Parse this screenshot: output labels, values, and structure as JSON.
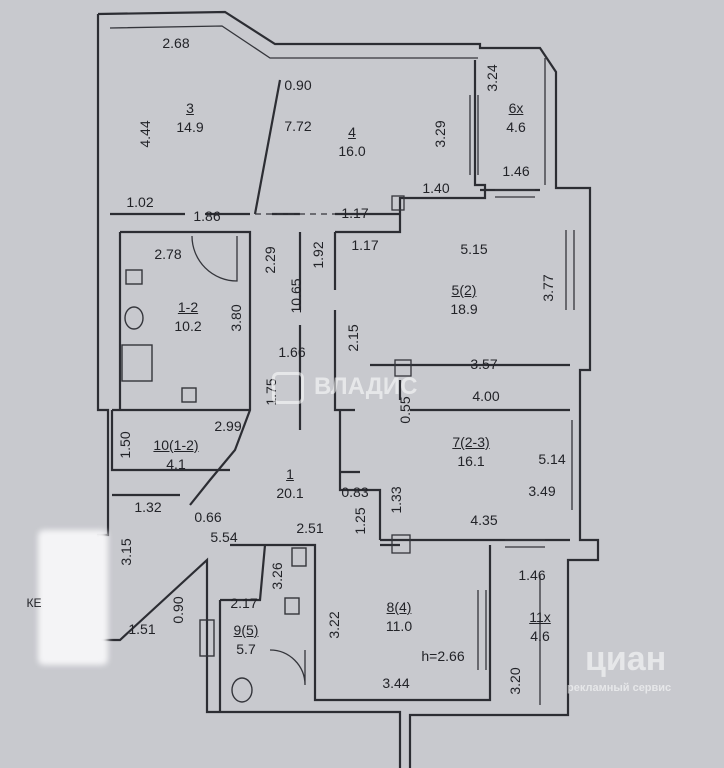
{
  "rooms": [
    {
      "no": "3",
      "area": "14.9"
    },
    {
      "no": "4",
      "area": "16.0"
    },
    {
      "no": "6х",
      "area": "4.6"
    },
    {
      "no": "1-2",
      "area": "10.2"
    },
    {
      "no": "5(2)",
      "area": "18.9"
    },
    {
      "no": "10(1-2)",
      "area": "4.1"
    },
    {
      "no": "1",
      "area": "20.1"
    },
    {
      "no": "7(2-3)",
      "area": "16.1"
    },
    {
      "no": "9(5)",
      "area": "5.7"
    },
    {
      "no": "8(4)",
      "area": "11.0"
    },
    {
      "no": "11х",
      "area": "4.6"
    }
  ],
  "dimensions": {
    "d_2_68": "2.68",
    "d_0_90_top": "0.90",
    "d_4_44": "4.44",
    "d_7_72": "7.72",
    "d_3_29": "3.29",
    "d_3_24": "3.24",
    "d_1_02": "1.02",
    "d_1_86": "1.86",
    "d_1_40": "1.40",
    "d_1_46_top": "1.46",
    "d_1_17_a": "1.17",
    "d_2_78": "2.78",
    "d_2_29": "2.29",
    "d_1_92": "1.92",
    "d_1_17_b": "1.17",
    "d_5_15": "5.15",
    "d_3_77": "3.77",
    "d_3_80": "3.80",
    "d_10_65": "10.65",
    "d_2_15": "2.15",
    "d_1_66": "1.66",
    "d_3_57": "3.57",
    "d_1_75": "1.75",
    "d_0_55": "0.55",
    "d_4_00": "4.00",
    "d_2_99": "2.99",
    "d_1_50": "1.50",
    "d_5_14": "5.14",
    "d_3_49": "3.49",
    "d_0_83": "0.83",
    "d_1_33": "1.33",
    "d_1_25": "1.25",
    "d_1_32": "1.32",
    "d_0_66": "0.66",
    "d_5_54": "5.54",
    "d_2_51": "2.51",
    "d_4_35": "4.35",
    "d_3_15": "3.15",
    "d_3_26": "3.26",
    "d_2_17": "2.17",
    "d_1_46_bot": "1.46",
    "d_3_22": "3.22",
    "d_0_90_bot": "0.90",
    "d_1_51": "1.51",
    "d_3_44": "3.44",
    "d_3_20": "3.20",
    "d_height": "h=2.66"
  },
  "watermarks": {
    "vladis": "ВЛАДИС",
    "cian": "циан",
    "cian_sub": "рекламный сервис"
  },
  "margin_text": "КЕ"
}
